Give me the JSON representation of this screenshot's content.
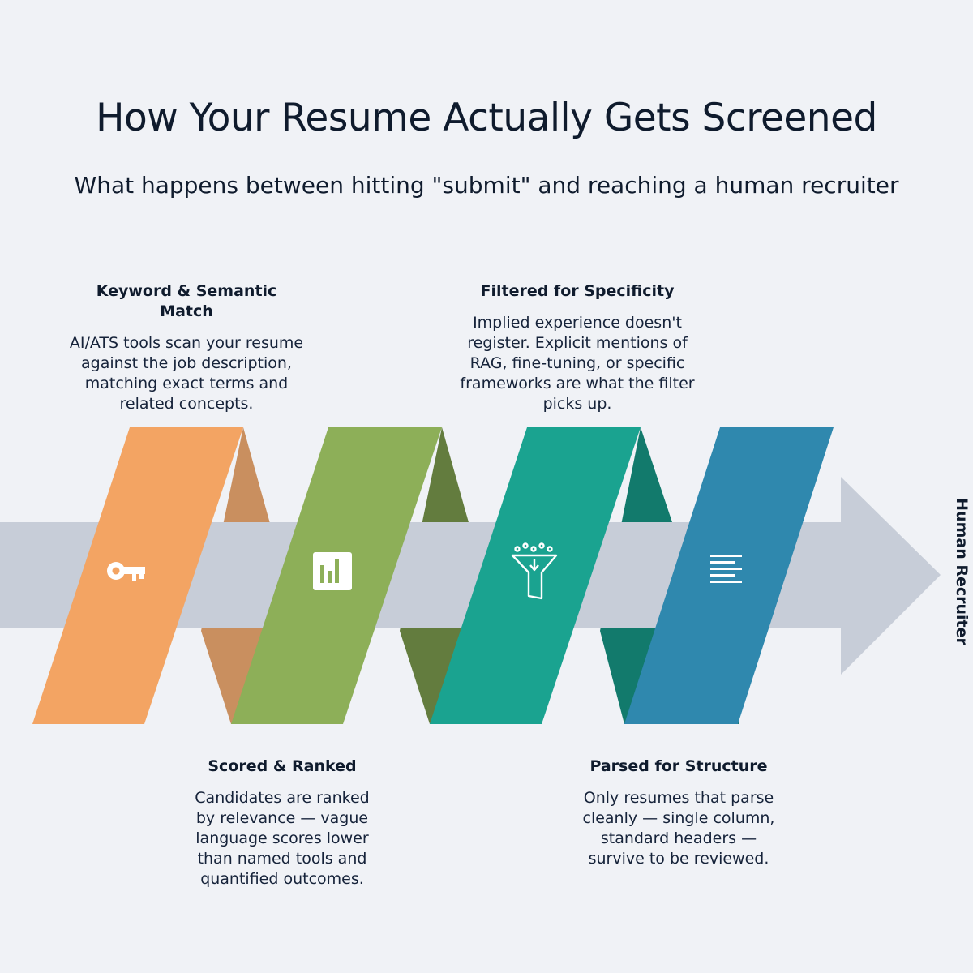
{
  "title": "How Your Resume Actually Gets Screened",
  "subtitle": "What happens between hitting \"submit\" and reaching a human recruiter",
  "end_label": "Human Recruiter",
  "colors": {
    "background": "#f0f2f6",
    "arrow": "#c7cdd8",
    "orange": "#f3a463",
    "orange_shadow": "#c98f5f",
    "green": "#8daf58",
    "green_shadow": "#637c3e",
    "teal": "#1aa390",
    "teal_shadow": "#127a6c",
    "blue": "#2f88ae"
  },
  "steps": [
    {
      "title": "Keyword & Semantic Match",
      "body": "AI/ATS tools scan your resume against the job description, matching exact terms and related concepts.",
      "icon": "key-icon",
      "color": "orange"
    },
    {
      "title": "Scored & Ranked",
      "body": "Candidates are ranked by relevance — vague language scores lower than named tools and quantified outcomes.",
      "icon": "bar-chart-icon",
      "color": "green"
    },
    {
      "title": "Filtered for Specificity",
      "body": "Implied experience doesn't register. Explicit mentions of RAG, fine-tuning, or specific frameworks are what the filter picks up.",
      "icon": "funnel-icon",
      "color": "teal"
    },
    {
      "title": "Parsed for Structure",
      "body": "Only resumes that parse cleanly — single column, standard headers — survive to be reviewed.",
      "icon": "document-lines-icon",
      "color": "blue"
    }
  ]
}
